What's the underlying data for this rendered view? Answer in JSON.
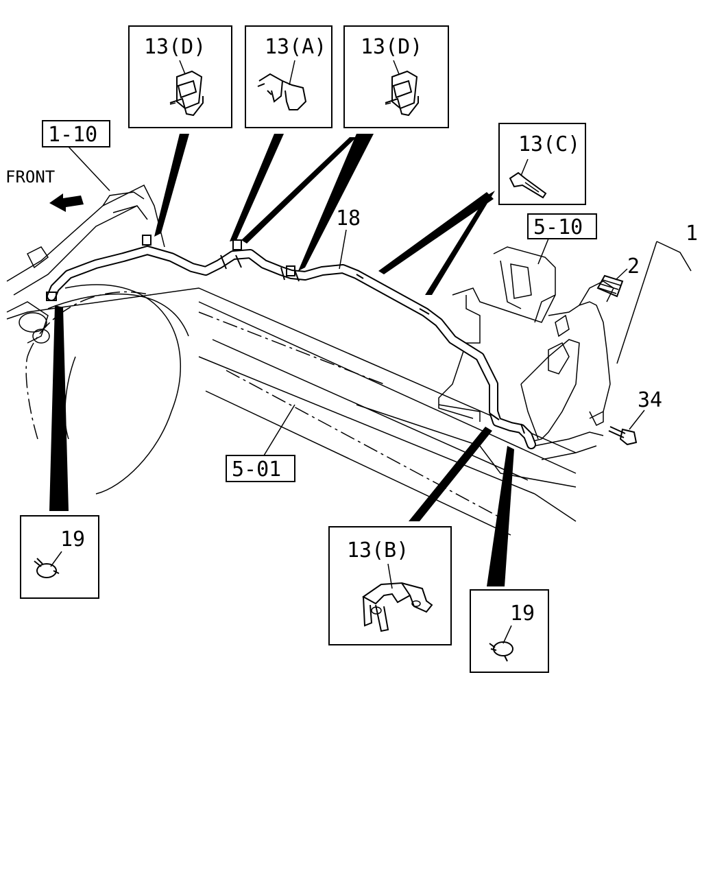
{
  "labels": {
    "front": "FRONT",
    "ref_1_10": "1-10",
    "ref_5_10": "5-10",
    "ref_5_01": "5-01",
    "part_1": "1",
    "part_2": "2",
    "part_18": "18",
    "part_34": "34"
  },
  "callouts": {
    "clip_d_left": "13(D)",
    "clip_a": "13(A)",
    "clip_d_right": "13(D)",
    "clip_c": "13(C)",
    "clip_b": "13(B)",
    "clamp_19_left": "19",
    "clamp_19_right": "19"
  }
}
